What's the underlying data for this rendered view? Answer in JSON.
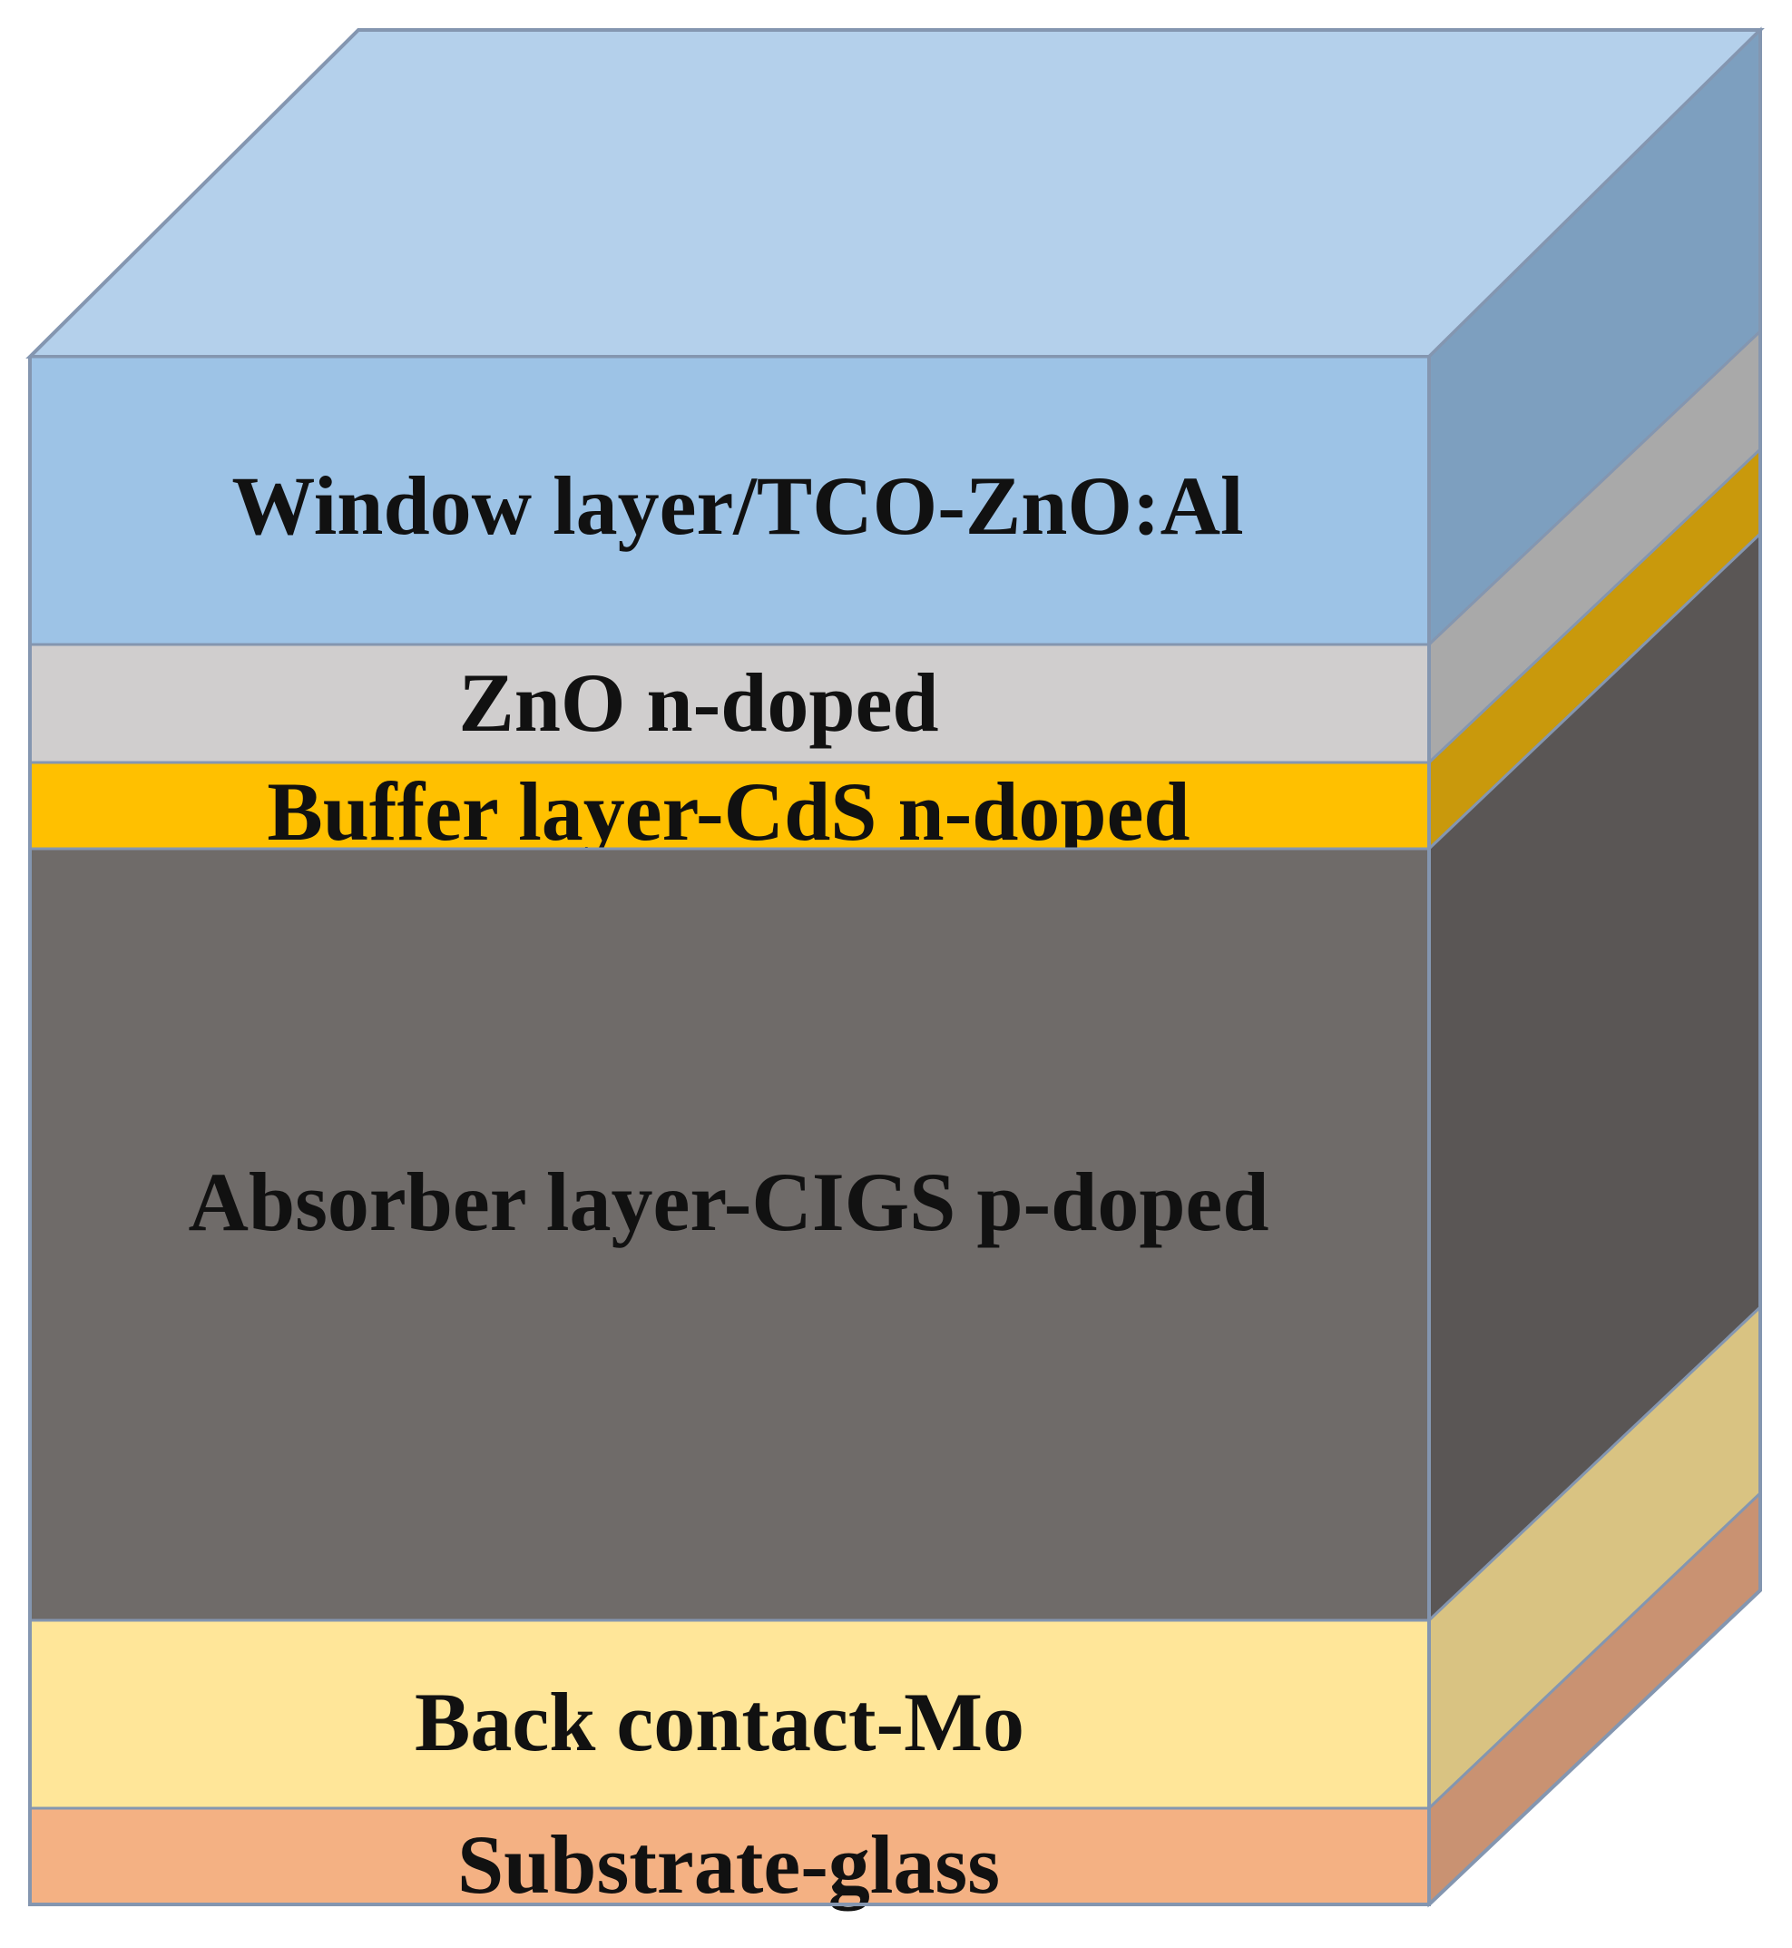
{
  "diagram": {
    "layers": [
      {
        "id": "window",
        "label": "Window layer/TCO-ZnO:Al",
        "front_color": "#9dc3e6",
        "side_color": "#7d9fbf"
      },
      {
        "id": "zno",
        "label": "ZnO n-doped",
        "front_color": "#d0cece",
        "side_color": "#a9a9a9"
      },
      {
        "id": "buffer",
        "label": "Buffer layer-CdS n-doped",
        "front_color": "#ffc000",
        "side_color": "#c9990c"
      },
      {
        "id": "absorber",
        "label": "Absorber layer-CIGS p-doped",
        "front_color": "#6f6b69",
        "side_color": "#5a5655"
      },
      {
        "id": "back-contact",
        "label": "Back contact-Mo",
        "front_color": "#ffe699",
        "side_color": "#d9c382"
      },
      {
        "id": "substrate",
        "label": "Substrate-glass",
        "front_color": "#f4b183",
        "side_color": "#c99272"
      }
    ],
    "top_color": "#b4d0eb",
    "edge_color": "#8496b0"
  }
}
